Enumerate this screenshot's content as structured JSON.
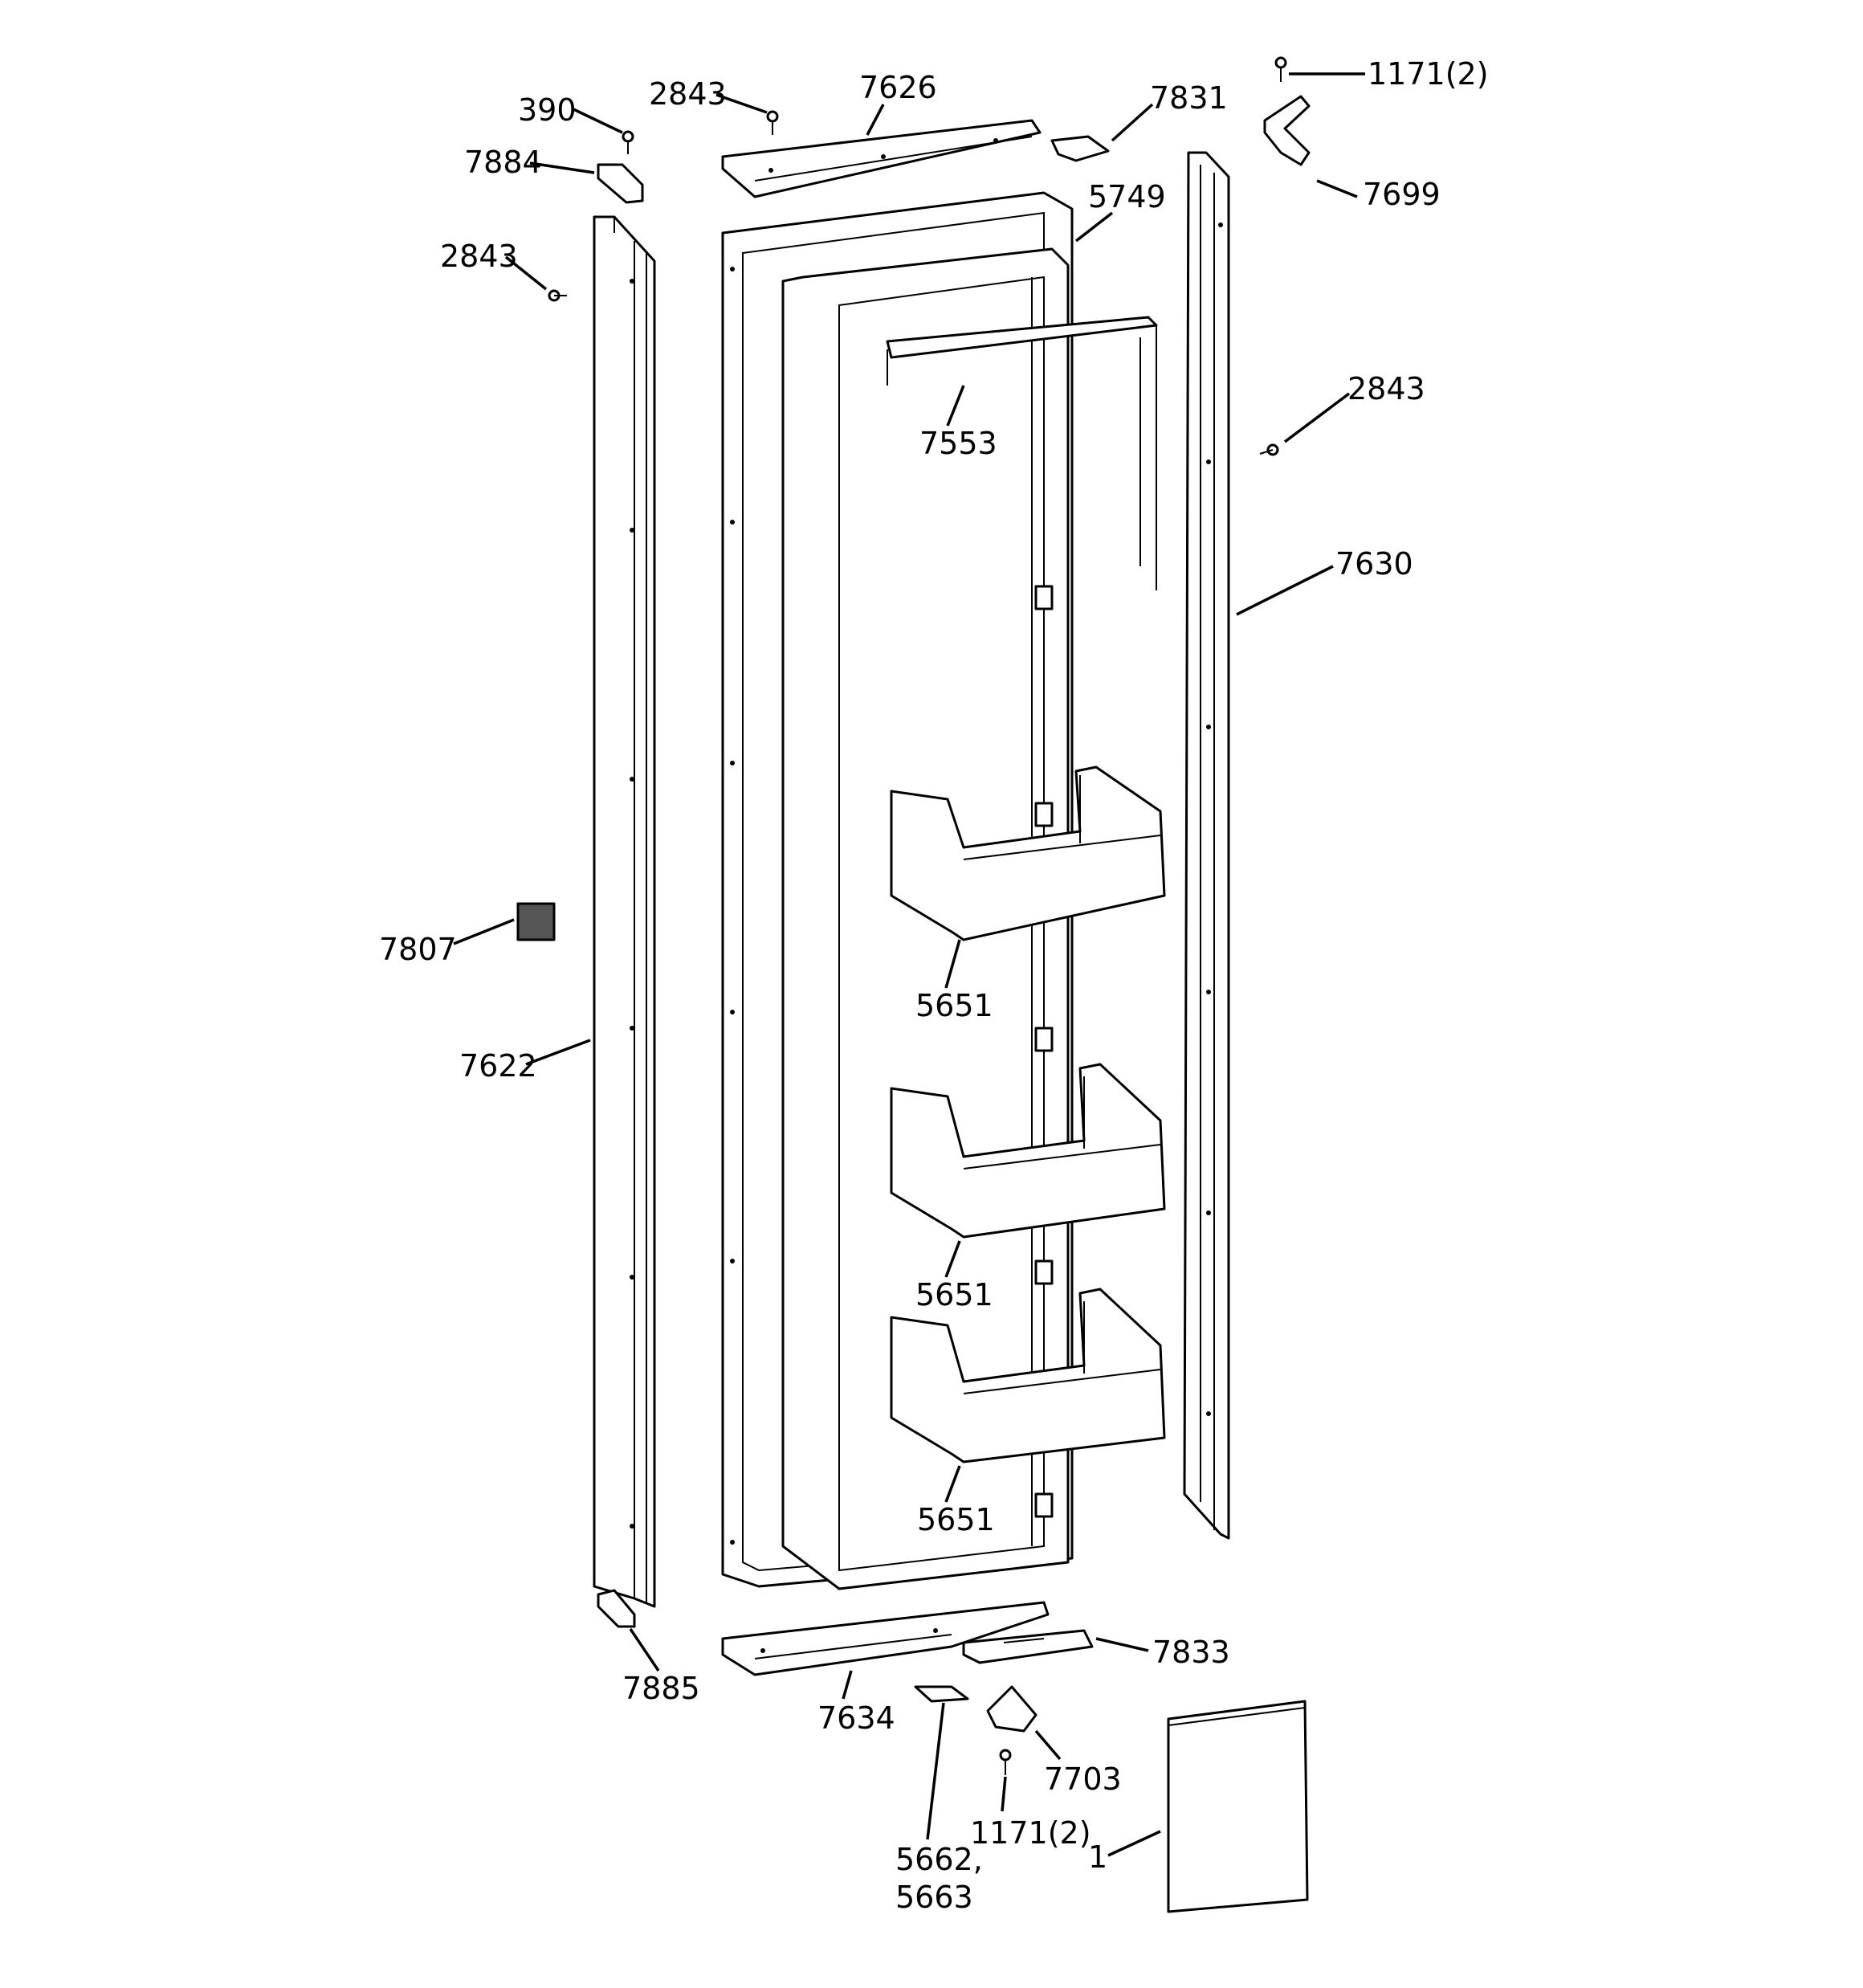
{
  "labels": {
    "l390": "390",
    "l2843_top": "2843",
    "l7626": "7626",
    "l7831": "7831",
    "l1171_top": "1171(2)",
    "l7884": "7884",
    "l5749": "5749",
    "l7699": "7699",
    "l2843_left": "2843",
    "l2843_right": "2843",
    "l7553": "7553",
    "l7630": "7630",
    "l7807": "7807",
    "l5651_a": "5651",
    "l7622": "7622",
    "l5651_b": "5651",
    "l5651_c": "5651",
    "l7833": "7833",
    "l7885": "7885",
    "l7634": "7634",
    "l7703": "7703",
    "l1171_bottom": "1171(2)",
    "l5662": "5662,",
    "l5663": "5663",
    "l1": "1"
  }
}
